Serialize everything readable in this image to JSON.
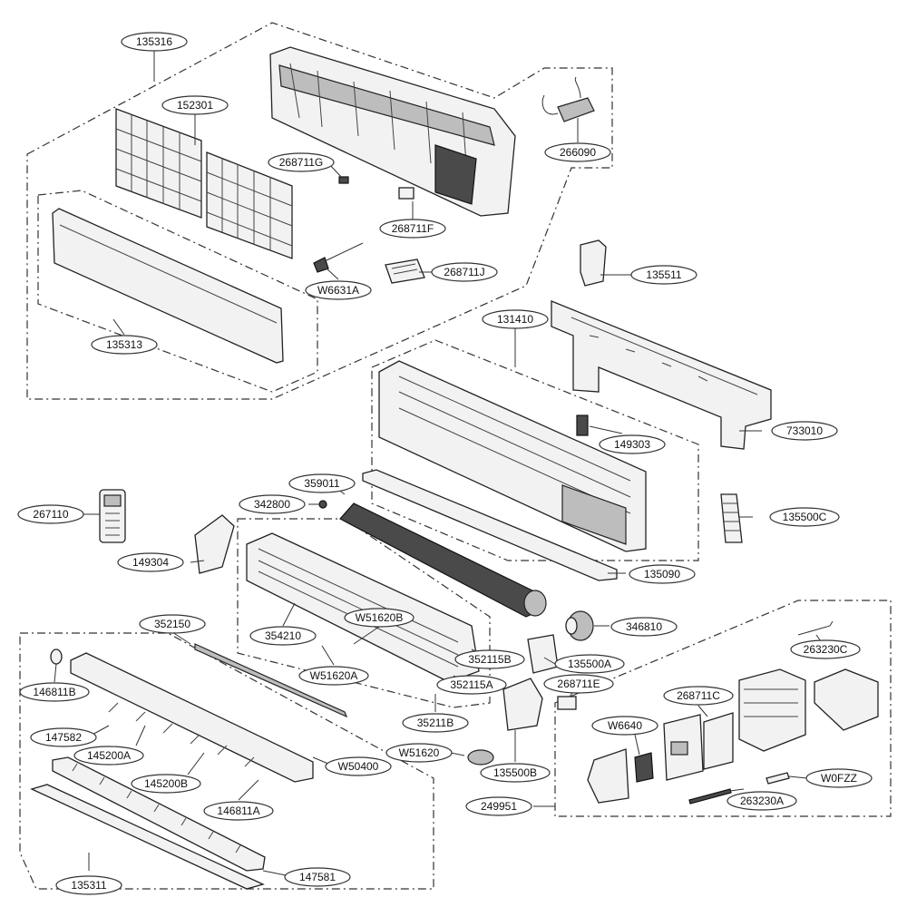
{
  "labels": {
    "p135316": "135316",
    "p152301": "152301",
    "p266090": "266090",
    "p268711G": "268711G",
    "p268711F": "268711F",
    "p268711J": "268711J",
    "pW6631A": "W6631A",
    "p135313": "135313",
    "p135511": "135511",
    "p131410": "131410",
    "p149303": "149303",
    "p733010": "733010",
    "p359011": "359011",
    "p342800": "342800",
    "p267110": "267110",
    "p135500C": "135500C",
    "p149304": "149304",
    "p135090": "135090",
    "p352150": "352150",
    "p354210": "354210",
    "pW51620B": "W51620B",
    "p346810": "346810",
    "p352115B": "352115B",
    "p135500A": "135500A",
    "pW51620A": "W51620A",
    "p352115A": "352115A",
    "p268711E": "268711E",
    "p263230C": "263230C",
    "p146811B": "146811B",
    "p268711C": "268711C",
    "p147582": "147582",
    "p35211B": "35211B",
    "pW6640": "W6640",
    "p145200A": "145200A",
    "pW51620": "W51620",
    "pW50400": "W50400",
    "p145200B": "145200B",
    "p135500B": "135500B",
    "pW0FZZ": "W0FZZ",
    "p146811A": "146811A",
    "p249951": "249951",
    "p263230A": "263230A",
    "p147581": "147581",
    "p135311": "135311"
  }
}
